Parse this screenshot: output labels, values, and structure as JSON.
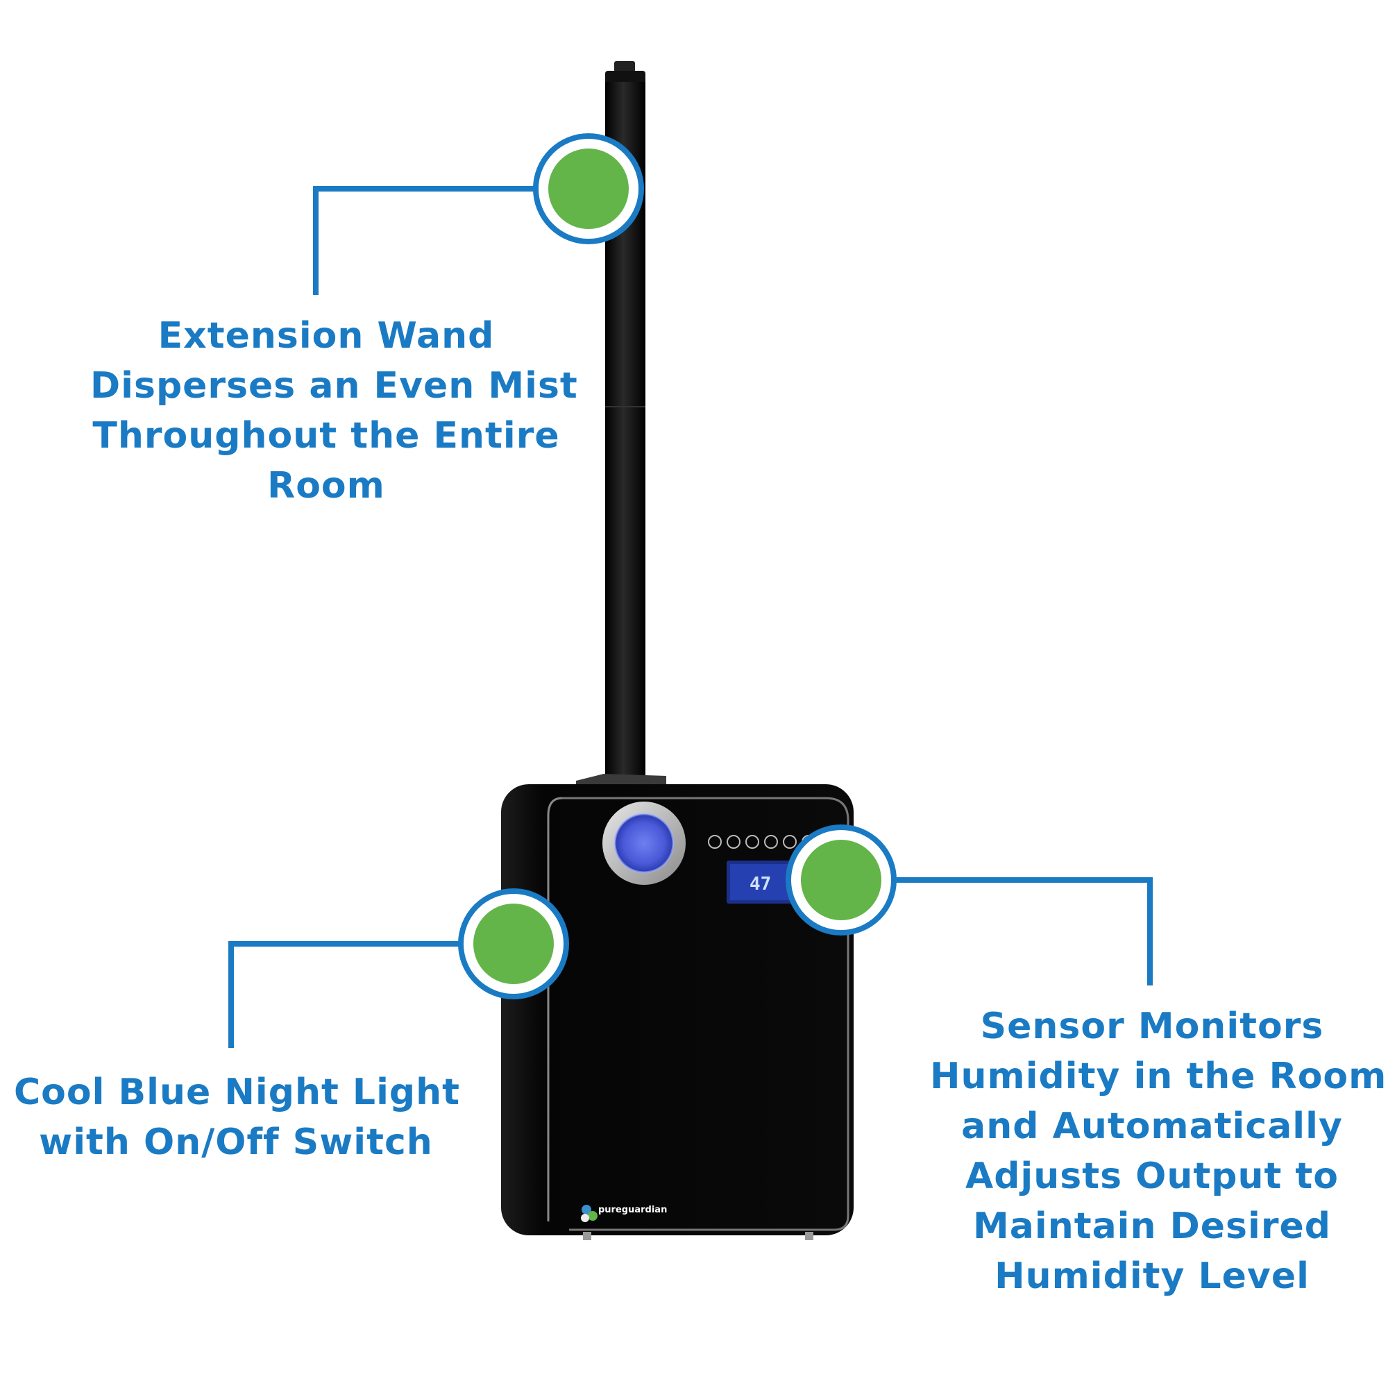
{
  "callouts": {
    "wand": {
      "lines": [
        "Extension Wand",
        "Disperses an Even Mist",
        "Throughout the Entire",
        "Room"
      ]
    },
    "night_light": {
      "lines": [
        "Cool Blue Night Light",
        "with On/Off Switch"
      ]
    },
    "sensor": {
      "lines": [
        "Sensor Monitors",
        "Humidity in the Room",
        "and Automatically",
        "Adjusts Output to",
        "Maintain Desired",
        "Humidity Level"
      ]
    }
  },
  "product": {
    "display_reading": "47",
    "brand": "pureguardian"
  },
  "colors": {
    "caption_blue": "#1a7bc4",
    "marker_green": "#63b54a",
    "marker_ring": "#1a7bc4",
    "body_black": "#080808",
    "night_light_blue": "#5a6fe0",
    "display_blue": "#2d4fd0"
  }
}
